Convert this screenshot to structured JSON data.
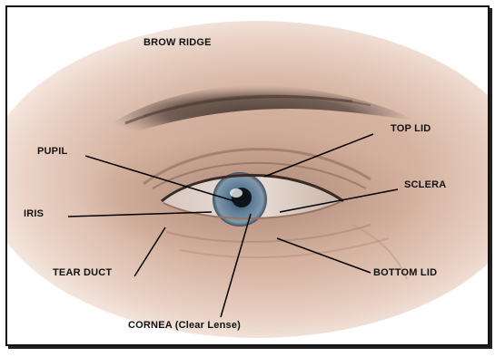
{
  "diagram": {
    "labels": {
      "brow_ridge": "BROW RIDGE",
      "top_lid": "TOP LID",
      "pupil": "PUPIL",
      "sclera": "SCLERA",
      "iris": "IRIS",
      "tear_duct": "TEAR DUCT",
      "bottom_lid": "BOTTOM LID",
      "cornea": "CORNEA (Clear Lense)"
    }
  }
}
